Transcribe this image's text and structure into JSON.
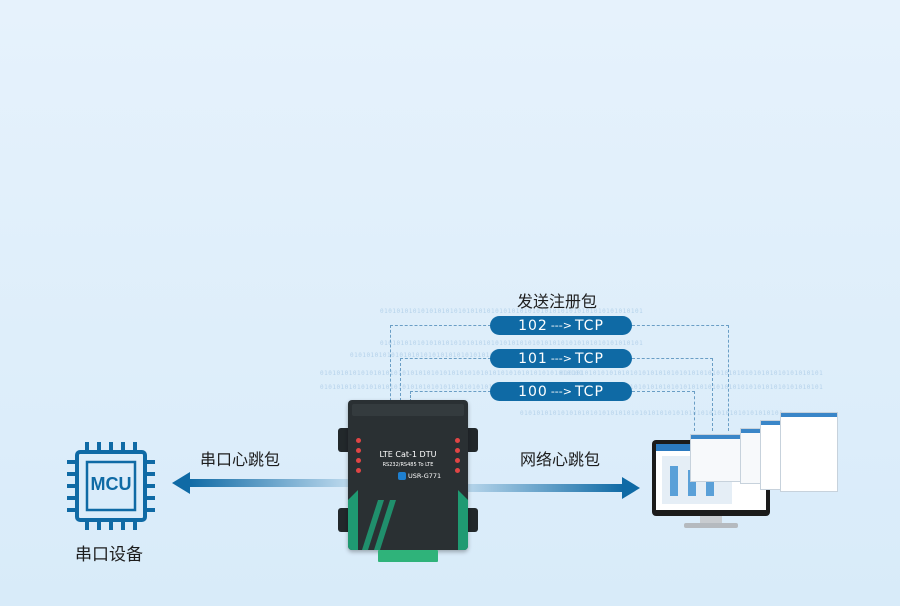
{
  "heading": "发送注册包",
  "packets": [
    {
      "code": "102",
      "arrow": "--->",
      "proto": "TCP"
    },
    {
      "code": "101",
      "arrow": "--->",
      "proto": "TCP"
    },
    {
      "code": "100",
      "arrow": "--->",
      "proto": "TCP"
    }
  ],
  "mcu": {
    "chip_label": "MCU",
    "caption": "串口设备"
  },
  "left_arrow_label": "串口心跳包",
  "right_arrow_label": "网络心跳包",
  "device": {
    "line1": "LTE Cat-1 DTU",
    "line2": "RS232/RS485 To LTE",
    "model": "USR-G771"
  },
  "binary_text": "0101010101010101010101010101010101010101010101010101010101010101",
  "colors": {
    "accent": "#0f6aa5",
    "device": "#2a3033",
    "green": "#1f9a72"
  }
}
